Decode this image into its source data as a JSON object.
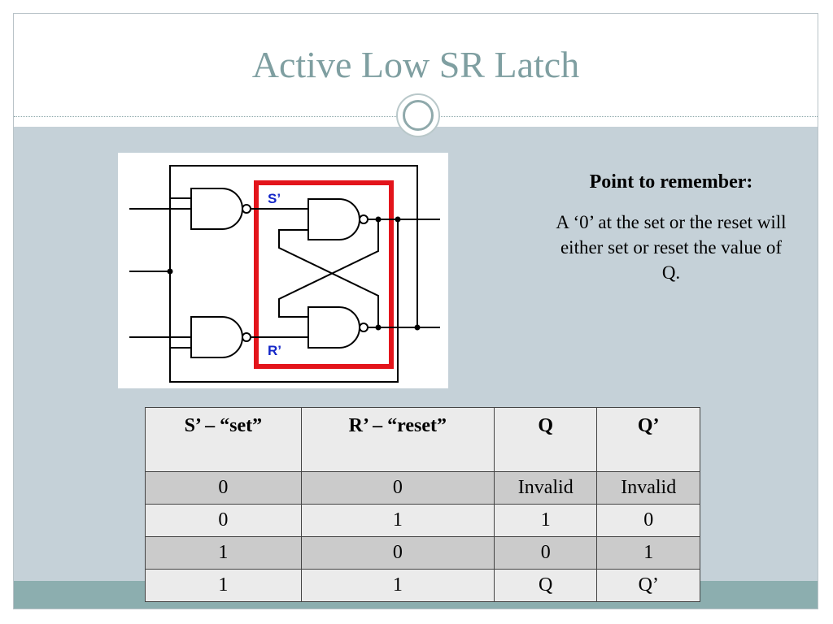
{
  "slide": {
    "title": "Active Low SR Latch"
  },
  "diagram": {
    "labels": {
      "s_prime": "S’",
      "r_prime": "R’"
    },
    "colors": {
      "highlight_box": "#e3141b",
      "signal_label": "#1427c8",
      "wire": "#000000"
    }
  },
  "callout": {
    "heading": "Point to remember:",
    "text": "A ‘0’ at the set or the reset will either set or reset the value of Q."
  },
  "truth_table": {
    "headers": [
      "S’ – “set”",
      "R’ – “reset”",
      "Q",
      "Q’"
    ],
    "rows": [
      [
        "0",
        "0",
        "Invalid",
        "Invalid"
      ],
      [
        "0",
        "1",
        "1",
        "0"
      ],
      [
        "1",
        "0",
        "0",
        "1"
      ],
      [
        "1",
        "1",
        "Q",
        "Q’"
      ]
    ]
  },
  "theme": {
    "title_color": "#7f9fa1",
    "body_background": "#c5d1d8",
    "footer_color": "#8caeaf"
  }
}
